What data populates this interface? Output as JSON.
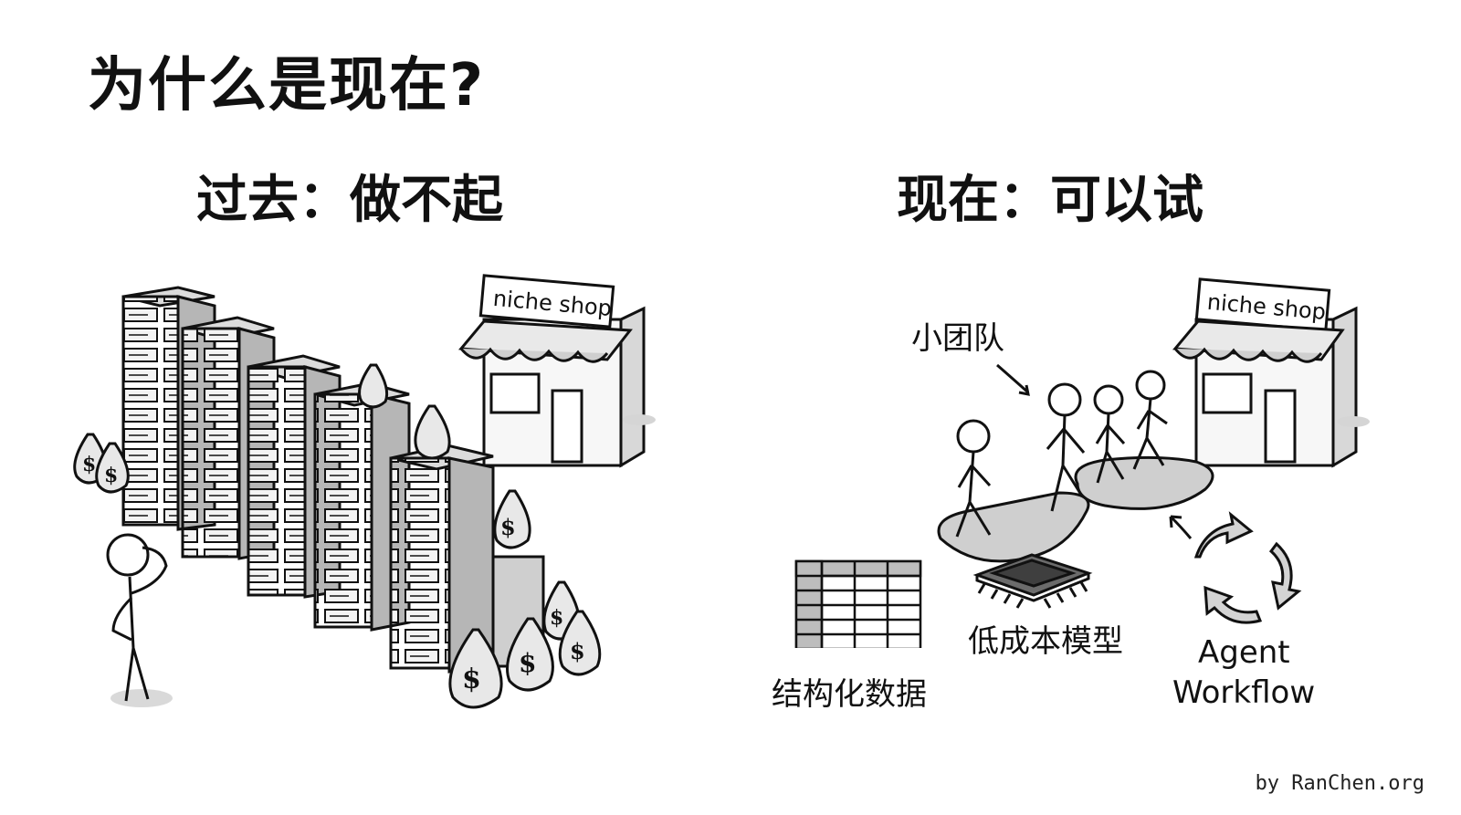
{
  "heading": {
    "title": "为什么是现在?"
  },
  "past": {
    "heading": "过去：做不起",
    "shop_sign": "niche shop",
    "money_symbol": "$"
  },
  "now": {
    "heading": "现在：可以试",
    "shop_sign": "niche shop",
    "team_label": "小团队",
    "model_label": "低成本模型",
    "data_label": "结构化数据",
    "agent_label_line1": "Agent",
    "agent_label_line2": "Workflow"
  },
  "footer": {
    "credit": "by RanChen.org"
  },
  "colors": {
    "ink": "#111111",
    "gray_light": "#e6e6e6",
    "gray_mid": "#bdbdbd",
    "gray_dark": "#8f8f8f"
  }
}
